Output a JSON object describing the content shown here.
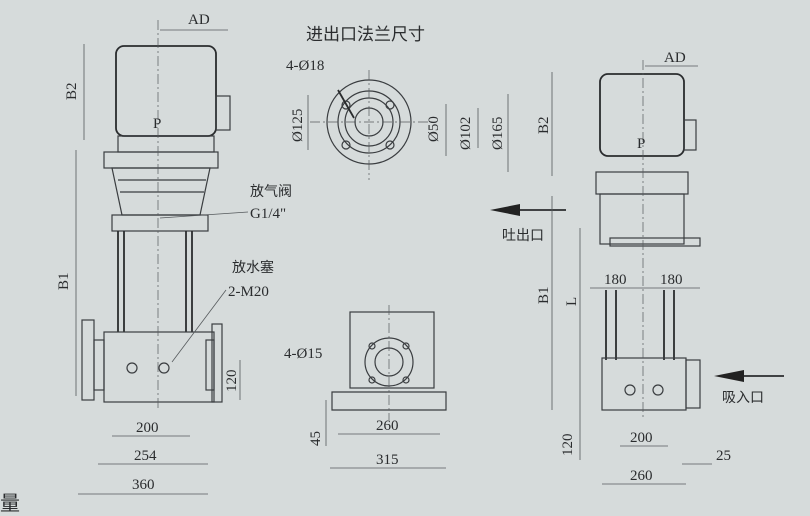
{
  "left_view": {
    "ad": "AD",
    "b2": "B2",
    "p": "P",
    "air_valve": "放气阀",
    "air_valve_size": "G1/4\"",
    "drain_plug": "放水塞",
    "drain_plug_size": "2-M20",
    "b1": "B1",
    "h120": "120",
    "w200": "200",
    "w254": "254",
    "w360": "360"
  },
  "flange": {
    "title": "进出口法兰尺寸",
    "holes": "4-Ø18",
    "d125": "Ø125",
    "d50": "Ø50",
    "d102": "Ø102",
    "d165": "Ø165"
  },
  "base": {
    "holes": "4-Ø15",
    "h45": "45",
    "w260": "260",
    "w315": "315"
  },
  "right_view": {
    "ad": "AD",
    "b2": "B2",
    "p": "P",
    "outlet": "吐出口",
    "b1": "B1",
    "l": "L",
    "w180a": "180",
    "w180b": "180",
    "inlet": "吸入口",
    "h120": "120",
    "w200": "200",
    "w25": "25",
    "w260": "260"
  },
  "corner_char": "量"
}
